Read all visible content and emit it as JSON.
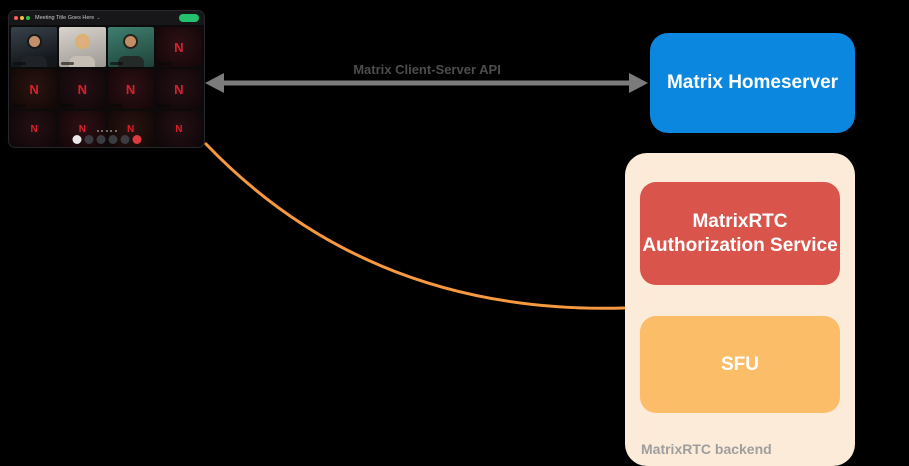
{
  "diagram": {
    "background_color": "#000000",
    "client_window": {
      "title": "Meeting Title Goes Here",
      "avatar_letter": "N",
      "avatar_letter_color": "#dc1f2e",
      "titlebar_traffic_lights": [
        "#ff5f57",
        "#febc2e",
        "#28c840"
      ],
      "action_button_color": "#23c16b"
    },
    "icons": {
      "chevron_down": "⌄"
    },
    "connections": {
      "client_server_api": {
        "label": "Matrix Client-Server API",
        "arrow_color": "#7b7b7b",
        "label_color": "#4d4d4d"
      },
      "client_sfu_curve_color": "#f7993f"
    },
    "nodes": {
      "homeserver": {
        "label": "Matrix Homeserver",
        "fill": "#0b87e0",
        "text_color": "#ffffff"
      },
      "auth_service": {
        "label": "MatrixRTC Authorization Service",
        "fill": "#d9544b",
        "text_color": "#ffffff"
      },
      "sfu": {
        "label": "SFU",
        "fill": "#fbbd68",
        "text_color": "#ffffff"
      },
      "backend_group": {
        "label": "MatrixRTC backend",
        "fill": "#fcebd9",
        "label_color": "#9e9e9e"
      }
    }
  }
}
